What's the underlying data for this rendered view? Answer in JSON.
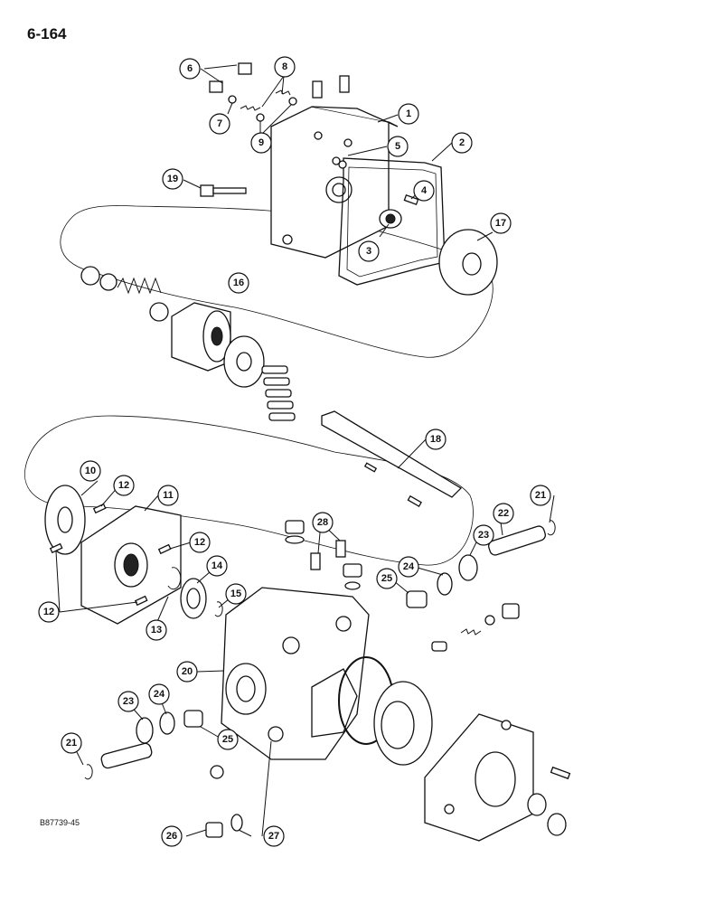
{
  "page_number": "6-164",
  "figure_id": "B87739-45",
  "callouts": [
    "1",
    "2",
    "3",
    "4",
    "5",
    "6",
    "7",
    "8",
    "9",
    "10",
    "11",
    "12",
    "12",
    "12",
    "13",
    "14",
    "15",
    "16",
    "17",
    "18",
    "19",
    "20",
    "21",
    "21",
    "22",
    "23",
    "23",
    "24",
    "24",
    "25",
    "25",
    "26",
    "27",
    "28"
  ]
}
